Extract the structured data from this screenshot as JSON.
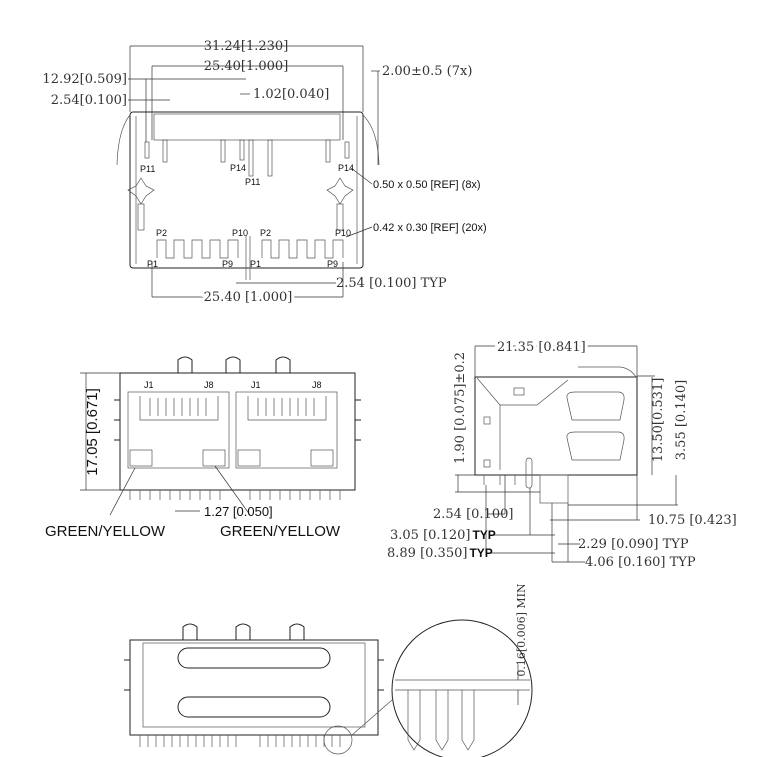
{
  "top_view": {
    "dim_overall_width": "31.24[1.230]",
    "dim_pitch_width": "25.40[1.000]",
    "dim_offset": "12.92[0.509]",
    "dim_small_offset": "2.54[0.100]",
    "dim_pin_gap": "1.02[0.040]",
    "dim_tab_length": "2.00±0.5  (7x)",
    "pin_labels": [
      "P11",
      "P14",
      "P11",
      "P14",
      "P2",
      "P10",
      "P2",
      "P10",
      "P1",
      "P9",
      "P1",
      "P9"
    ],
    "note_square_pins": "0.50 x 0.50 [REF] (8x)",
    "note_rect_pins": "0.42 x 0.30 [REF] (20x)",
    "dim_pin_pitch": "2.54  [0.100]  TYP",
    "dim_bottom_width": "25.40  [1.000]"
  },
  "front_view": {
    "dim_height": "17.05 [0.671]",
    "port_labels": [
      "J1",
      "J8",
      "J1",
      "J8"
    ],
    "led_left": "GREEN/YELLOW",
    "led_right": "GREEN/YELLOW",
    "dim_pitch": "1.27 [0.050]"
  },
  "side_view": {
    "dim_depth": "21.35  [0.841]",
    "dim_standoff": "1.90  [0.075]±0.2",
    "dim_height": "13.50[0.531]",
    "dim_led_height": "3.55  [0.140]",
    "dim_length": "10.75  [0.423]",
    "dim_a": "2.54  [0.100]",
    "dim_b_value": "3.05  [0.120]",
    "dim_b_suffix": "TYP",
    "dim_c_value": "8.89  [0.350]",
    "dim_c_suffix": "TYP",
    "dim_d": "2.29  [0.090]  TYP",
    "dim_e": "4.06  [0.160]  TYP"
  },
  "bottom_view": {
    "dim_clearance": "0.16[0.006] MIN"
  }
}
